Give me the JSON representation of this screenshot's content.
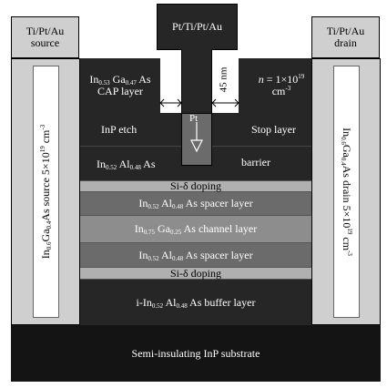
{
  "labels": {
    "gate_metal": "Pt/Ti/Pt/Au",
    "source_metal_1": "Ti/Pt/Au",
    "source_metal_2": "source",
    "drain_metal_1": "Ti/Pt/Au",
    "drain_metal_2": "drain",
    "pt": "Pt",
    "nm45": "45 nm",
    "cap_1_a": "In",
    "cap_1_b": "0.53",
    "cap_1_c": " Ga",
    "cap_1_d": "0.47",
    "cap_1_e": " As",
    "cap_2": "CAP layer",
    "doping_n_a": "n",
    "doping_n_b": " = 1×10",
    "doping_n_c": "19",
    "doping_n_d": " cm",
    "doping_n_e": "-3",
    "inp_etch": "InP etch",
    "stop_layer": "Stop layer",
    "barrier_left_a": "In",
    "barrier_left_b": "0.52",
    "barrier_left_c": " Al",
    "barrier_left_d": "0.48",
    "barrier_left_e": " As",
    "barrier_right": "barrier",
    "si_doping_top": "Si-δ doping",
    "spacer_top_a": "In",
    "spacer_top_b": "0.52",
    "spacer_top_c": " Al",
    "spacer_top_d": "0.48",
    "spacer_top_e": " As spacer layer",
    "channel_a": "In",
    "channel_b": "0.75",
    "channel_c": " Ga",
    "channel_d": "0.25",
    "channel_e": " As channel layer",
    "spacer_bot_a": "In",
    "spacer_bot_b": "0.52",
    "spacer_bot_c": " Al",
    "spacer_bot_d": "0.48",
    "spacer_bot_e": " As spacer layer",
    "si_doping_bot": "Si-δ doping",
    "buffer_a": "i-In",
    "buffer_b": "0.52",
    "buffer_c": " Al",
    "buffer_d": "0.48",
    "buffer_e": " As buffer layer",
    "substrate": "Semi-insulating InP substrate",
    "source_vert_a": "In",
    "source_vert_b": "0.6",
    "source_vert_c": "Ga",
    "source_vert_d": "0.4",
    "source_vert_e": "As source 5×10",
    "source_vert_f": "19",
    "source_vert_g": " cm",
    "source_vert_h": "-3",
    "drain_vert_a": "In",
    "drain_vert_b": "0.6",
    "drain_vert_c": "Ga",
    "drain_vert_d": "0.4",
    "drain_vert_e": "As drain 5×10",
    "drain_vert_f": "19",
    "drain_vert_g": " cm",
    "drain_vert_h": "-3"
  },
  "colors": {
    "dark": "#262626",
    "darker": "#1e1e1e",
    "substrate": "#141414",
    "mid_gray": "#6b6b6b",
    "light_gray": "#b0b0b0",
    "channel_gray": "#8d8d8d",
    "side_gray": "#cfcfcf",
    "white": "#ffffff"
  }
}
